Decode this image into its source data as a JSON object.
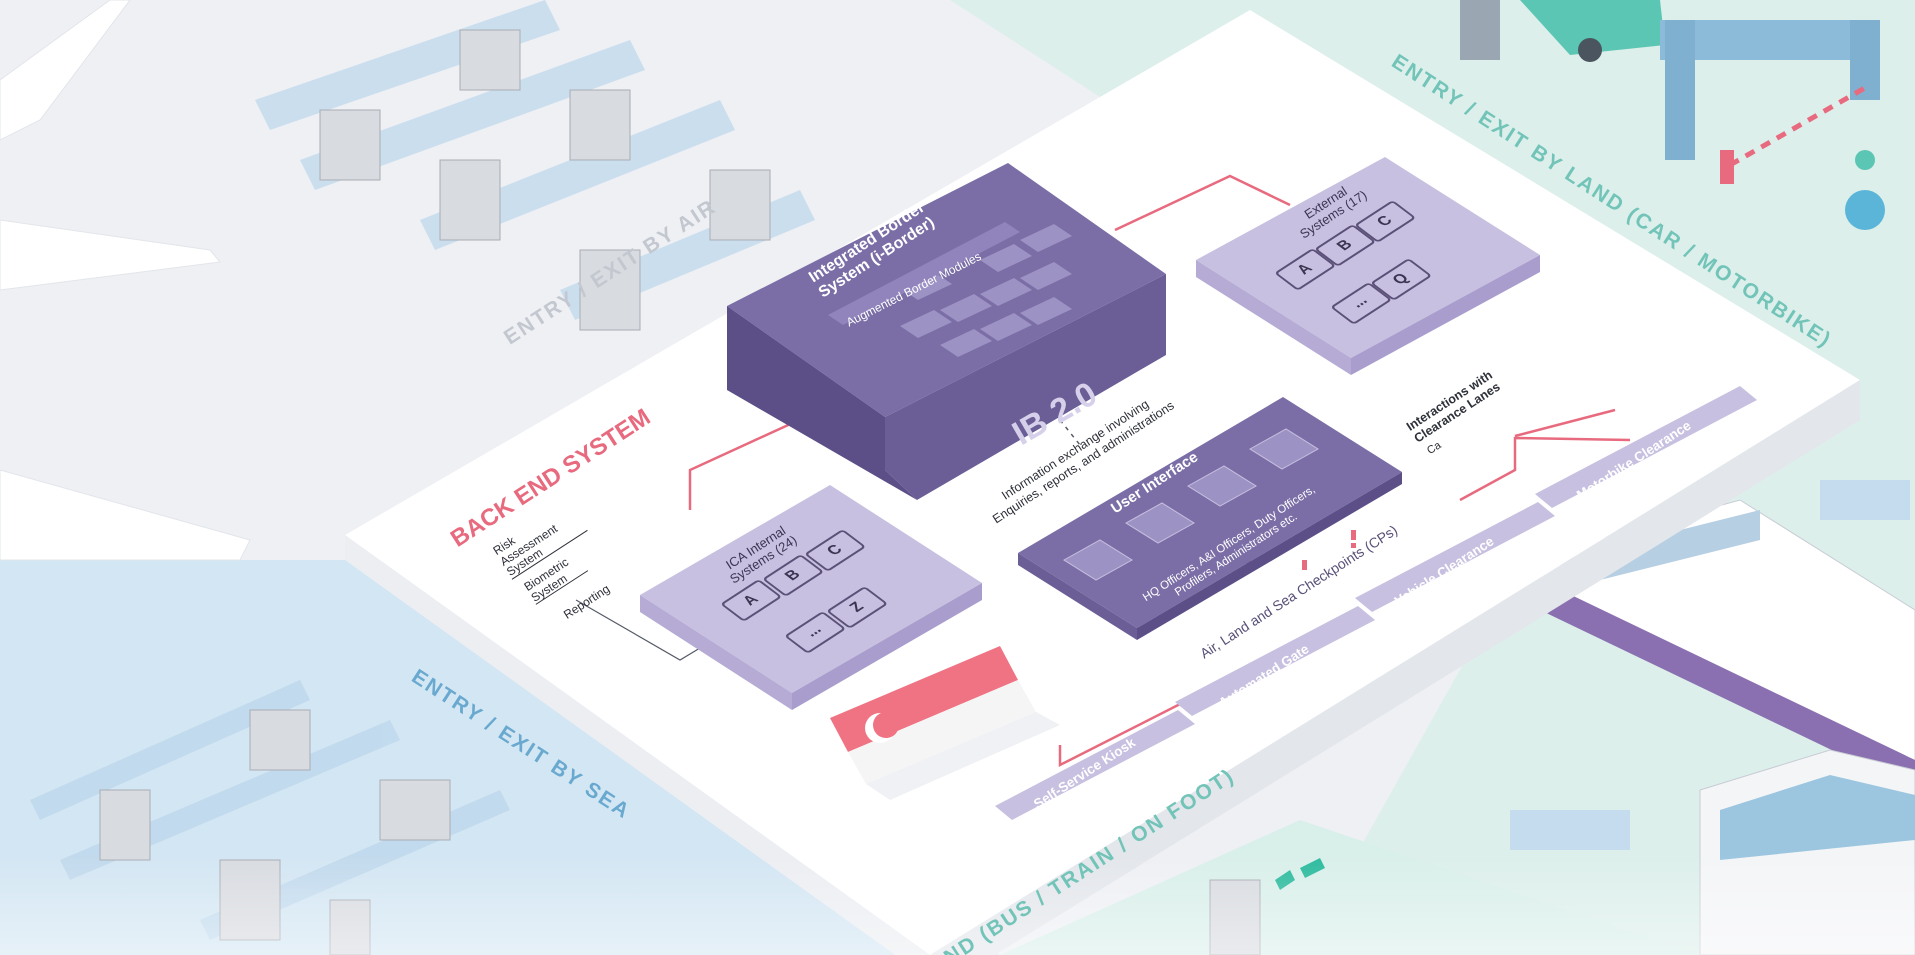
{
  "zones": {
    "air": "ENTRY / EXIT BY AIR",
    "sea": "ENTRY / EXIT BY SEA",
    "land_vehicle": "ENTRY / EXIT BY LAND (CAR / MOTORBIKE)",
    "land_foot": "ND (BUS / TRAIN / ON FOOT)"
  },
  "back_end": {
    "title": "BACK END SYSTEM",
    "side_items": [
      "Risk Assessment System",
      "Biometric System",
      "Reporting"
    ]
  },
  "ib": {
    "title_line1": "Integrated Border",
    "title_line2": "System (i-Border)",
    "modules_label": "Augmented Border Modules",
    "front_label": "IB 2.0"
  },
  "external": {
    "title_line1": "External",
    "title_line2": "Systems (17)",
    "keys": [
      "A",
      "B",
      "C",
      "...",
      "Q"
    ]
  },
  "ica": {
    "title_line1": "ICA Internal",
    "title_line2": "Systems (24)",
    "keys": [
      "A",
      "B",
      "C",
      "...",
      "Z"
    ]
  },
  "user_interface": {
    "title": "User Interface",
    "roles_line1": "HQ Officers, A&I Officers, Duty Officers,",
    "roles_line2": "Profilers, Administrators etc."
  },
  "info_exchange": {
    "line1": "Information exchange involving",
    "line2": "Enquiries, reports, and administrations"
  },
  "interactions": {
    "line1": "Interactions with",
    "line2": "Clearance Lanes",
    "partial": "Ca"
  },
  "checkpoints_label": "Air, Land and Sea Checkpoints (CPs)",
  "lanes": [
    "Self-Service Kiosk",
    "Automated Gate",
    "Vehicle Clearance",
    "Motorbike Clearance"
  ],
  "colors": {
    "accent_red": "#e86a7e",
    "purple_dark": "#7b6ea6",
    "purple_light": "#c8c0e0",
    "teal": "#7cc8c0",
    "sea_blue": "#6aa9cf"
  }
}
